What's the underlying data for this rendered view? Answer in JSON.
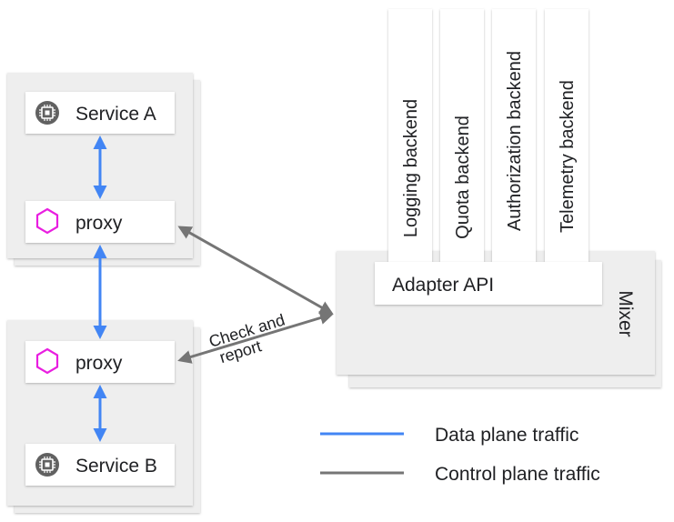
{
  "service_a": {
    "label": "Service A",
    "proxy_label": "proxy"
  },
  "service_b": {
    "label": "Service B",
    "proxy_label": "proxy"
  },
  "mixer": {
    "label": "Mixer",
    "adapter_api_label": "Adapter API",
    "backends": [
      "Logging backend",
      "Quota backend",
      "Authorization backend",
      "Telemetry backend"
    ]
  },
  "arrow_label": {
    "line1": "Check and",
    "line2": "report"
  },
  "legend": {
    "items": [
      {
        "label": "Data plane traffic",
        "color": "#4285f4"
      },
      {
        "label": "Control plane traffic",
        "color": "#757575"
      }
    ]
  },
  "colors": {
    "data_plane": "#4285f4",
    "control_plane": "#757575",
    "proxy_icon": "#e91ee0",
    "panel": "#eeeeee",
    "chip_icon": "#616161"
  },
  "icons": {
    "service": "chip-icon",
    "proxy": "hexagon-icon"
  }
}
